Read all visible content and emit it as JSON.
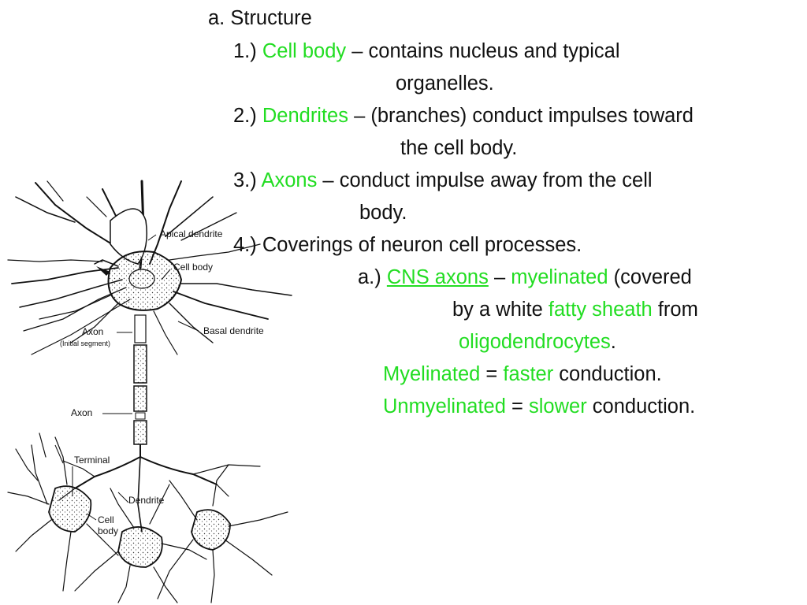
{
  "text": {
    "structure": "a. Structure",
    "item1_num": "1.)",
    "item1_term": "Cell body",
    "item1_rest": "– contains nucleus and typical",
    "item1_cont": "organelles.",
    "item2_num": "2.)",
    "item2_term": "Dendrites",
    "item2_rest": "– (branches) conduct impulses toward",
    "item2_cont": "the cell body.",
    "item3_num": "3.)",
    "item3_term": "Axons",
    "item3_rest": "– conduct impulse away from the cell",
    "item3_cont": "body.",
    "item4": "4.) Coverings of neuron cell processes.",
    "sub_a_num": "a.)",
    "sub_a_term": "CNS axons",
    "sub_a_dash": "–",
    "sub_a_term2": "myelinated",
    "sub_a_rest": "(covered",
    "sub_a_line2_pre": "by a white",
    "sub_a_line2_term": "fatty sheath",
    "sub_a_line2_post": "from",
    "sub_a_line3_term": "oligodendrocytes",
    "sub_a_line3_post": ".",
    "myel_term": "Myelinated",
    "myel_eq": "=",
    "myel_term2": "faster",
    "myel_rest": "conduction.",
    "unmyel_term": "Unmyelinated",
    "unmyel_eq": "=",
    "unmyel_term2": "slower",
    "unmyel_rest": "conduction."
  },
  "diagram_labels": {
    "apical": "Apical dendrite",
    "cell_body": "Cell body",
    "axon1": "Axon",
    "initial": "(Initial segment)",
    "basal": "Basal dendrite",
    "axon2": "Axon",
    "terminal": "Terminal",
    "dendrite": "Dendrite",
    "cell_body2_l1": "Cell",
    "cell_body2_l2": "body"
  },
  "colors": {
    "highlight": "#22dd22",
    "text": "#111111",
    "background": "#ffffff"
  }
}
